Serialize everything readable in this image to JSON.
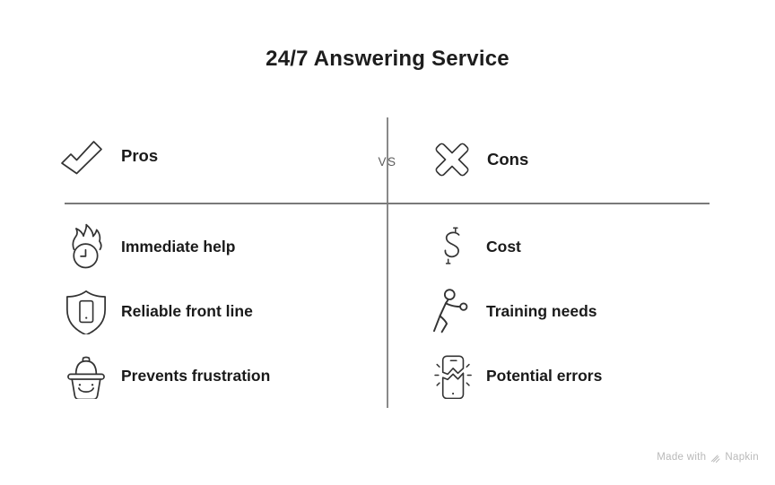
{
  "title": "24/7 Answering Service",
  "vs_badge": {
    "label": "VS"
  },
  "pros": {
    "header": {
      "label": "Pros",
      "icon": "check-icon"
    },
    "items": [
      {
        "label": "Immediate help",
        "icon": "burning-clock-icon"
      },
      {
        "label": "Reliable front line",
        "icon": "shield-phone-icon"
      },
      {
        "label": "Prevents frustration",
        "icon": "smiling-face-hat-icon"
      }
    ]
  },
  "cons": {
    "header": {
      "label": "Cons",
      "icon": "cross-icon"
    },
    "items": [
      {
        "label": "Cost",
        "icon": "dollar-sign-icon"
      },
      {
        "label": "Training needs",
        "icon": "training-person-icon"
      },
      {
        "label": "Potential errors",
        "icon": "broken-phone-icon"
      }
    ]
  },
  "watermark": {
    "prefix": "Made with",
    "brand": "Napkin"
  },
  "colors": {
    "icon_stroke": "#333333",
    "divider": "#7f7f7f",
    "text": "#1c1c1c",
    "vs_text": "#5c5c5c",
    "watermark": "#b9b9b9"
  }
}
